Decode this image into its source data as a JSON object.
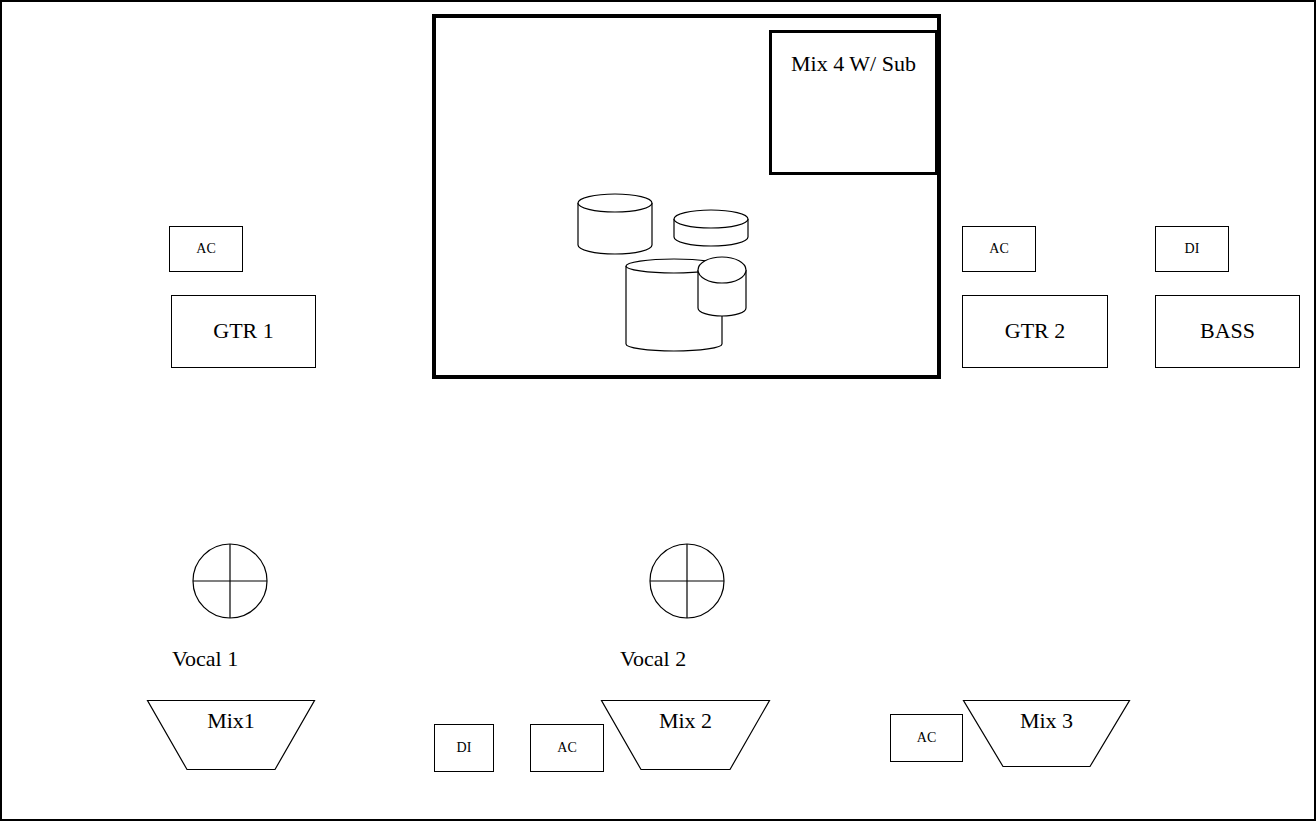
{
  "diagram": {
    "nodes": [
      {
        "text": [
          "Mix 4 W/ Sub"
        ]
      },
      {
        "text": [
          "AC"
        ]
      },
      {
        "text": [
          "AC"
        ]
      },
      {
        "text": [
          "DI"
        ]
      },
      {
        "text": [
          "GTR 1"
        ]
      },
      {
        "text": [
          "GTR 2"
        ]
      },
      {
        "text": [
          "BASS"
        ]
      },
      {
        "text": [
          "Mix1"
        ]
      },
      {
        "text": [
          "DI"
        ]
      },
      {
        "text": [
          "AC"
        ]
      },
      {
        "text": [
          "Mix 2"
        ]
      },
      {
        "text": [
          "AC"
        ]
      },
      {
        "text": [
          "Mix 3"
        ]
      }
    ],
    "labels": [
      "Vocal 1",
      "Vocal 2"
    ]
  }
}
